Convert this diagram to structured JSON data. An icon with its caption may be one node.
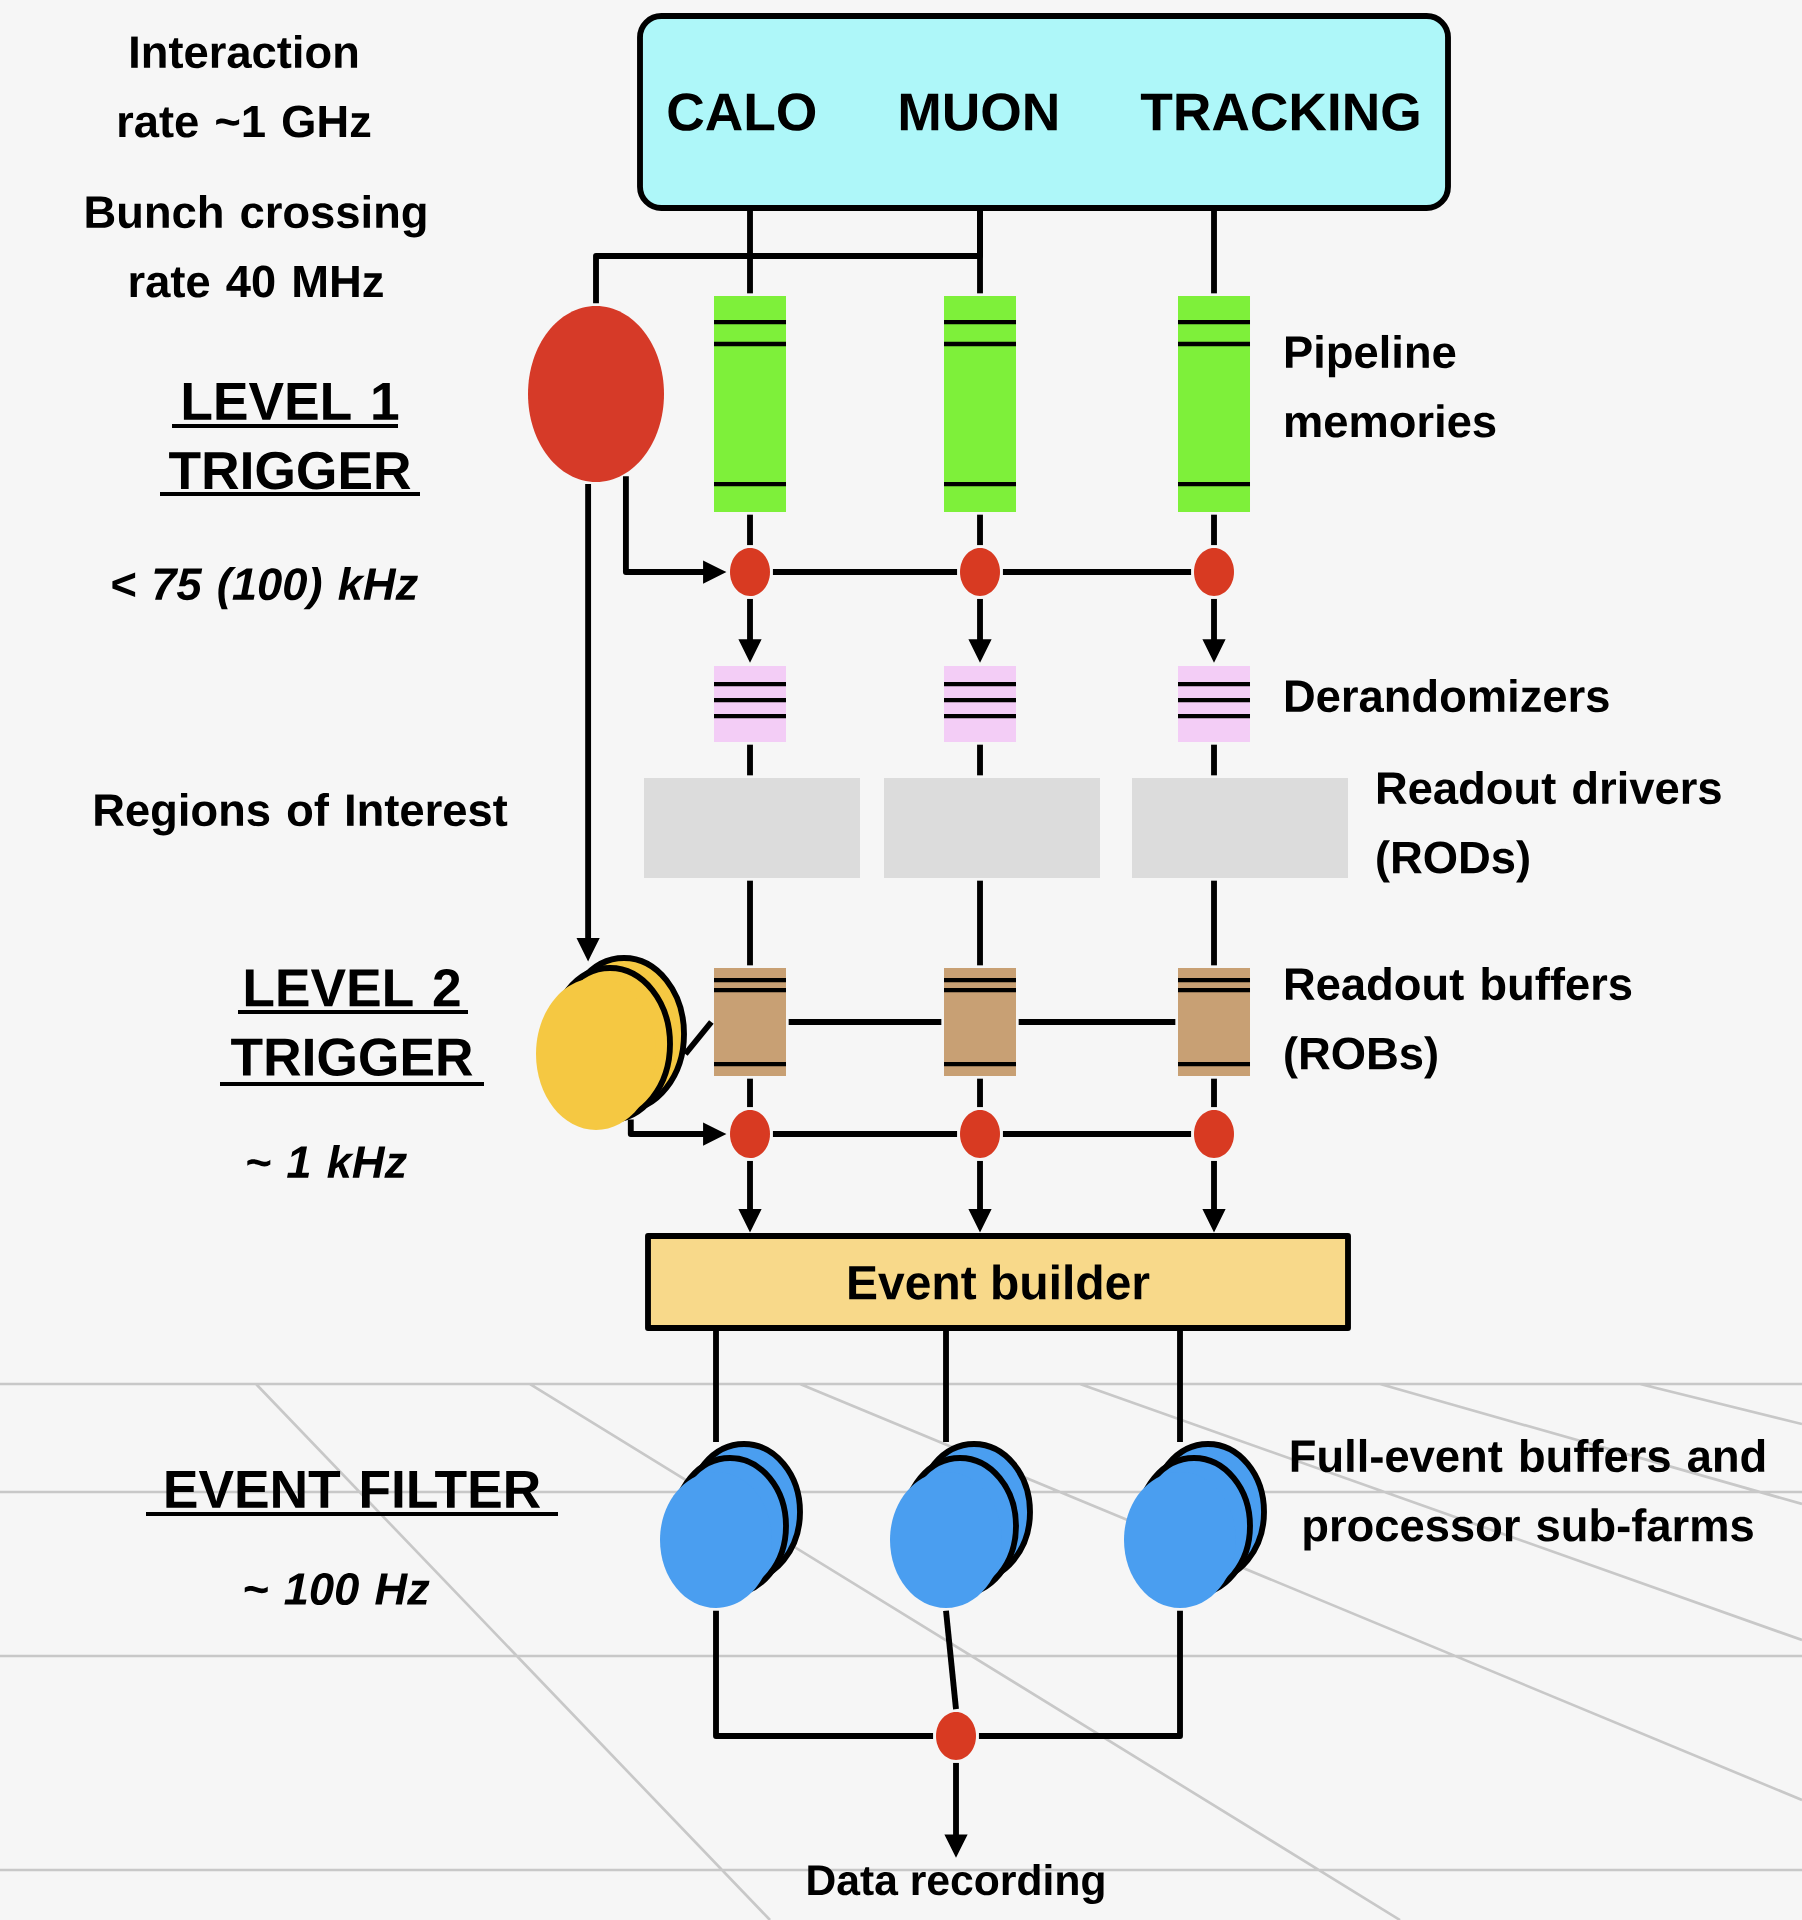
{
  "diagram": {
    "nodes": [
      {
        "text": [
          "CALO",
          "MUON",
          "TRACKING"
        ]
      },
      {
        "text": [],
        "shape": "circle"
      },
      {
        "text": [],
        "shape": "bar"
      },
      {
        "text": [],
        "shape": "bar"
      },
      {
        "text": [],
        "shape": "bar"
      },
      {
        "text": [],
        "shape": "circle"
      },
      {
        "text": [],
        "shape": "circle"
      },
      {
        "text": [],
        "shape": "circle"
      },
      {
        "text": [],
        "shape": "box"
      },
      {
        "text": [],
        "shape": "box"
      },
      {
        "text": [],
        "shape": "box"
      },
      {
        "text": [],
        "shape": "box"
      },
      {
        "text": [],
        "shape": "box"
      },
      {
        "text": [],
        "shape": "box"
      },
      {
        "text": [],
        "shape": "circle"
      },
      {
        "text": [],
        "shape": "box"
      },
      {
        "text": [],
        "shape": "box"
      },
      {
        "text": [],
        "shape": "box"
      },
      {
        "text": [],
        "shape": "circle"
      },
      {
        "text": [],
        "shape": "circle"
      },
      {
        "text": [],
        "shape": "circle"
      },
      {
        "text": [
          "Event builder"
        ]
      },
      {
        "text": [],
        "shape": "circle"
      },
      {
        "text": [],
        "shape": "circle"
      },
      {
        "text": [],
        "shape": "circle"
      },
      {
        "text": [],
        "shape": "circle"
      },
      {
        "text": [
          "Data recording"
        ]
      }
    ],
    "edges": [
      {
        "from": 0,
        "to": 2,
        "arrow": "none"
      },
      {
        "from": 0,
        "to": 3,
        "arrow": "none"
      },
      {
        "from": 0,
        "to": 4,
        "arrow": "none"
      },
      {
        "from": 0,
        "to": 1,
        "arrow": "none"
      },
      {
        "from": 2,
        "to": 5,
        "arrow": "none"
      },
      {
        "from": 3,
        "to": 6,
        "arrow": "none"
      },
      {
        "from": 4,
        "to": 7,
        "arrow": "none"
      },
      {
        "from": 1,
        "to": 5,
        "arrow": "to"
      },
      {
        "from": 5,
        "to": 6,
        "arrow": "none"
      },
      {
        "from": 6,
        "to": 7,
        "arrow": "none"
      },
      {
        "from": 5,
        "to": 8,
        "arrow": "to"
      },
      {
        "from": 6,
        "to": 9,
        "arrow": "to"
      },
      {
        "from": 7,
        "to": 10,
        "arrow": "to"
      },
      {
        "from": 8,
        "to": 11,
        "arrow": "none"
      },
      {
        "from": 9,
        "to": 12,
        "arrow": "none"
      },
      {
        "from": 10,
        "to": 13,
        "arrow": "none"
      },
      {
        "from": 11,
        "to": 15,
        "arrow": "none"
      },
      {
        "from": 12,
        "to": 16,
        "arrow": "none"
      },
      {
        "from": 13,
        "to": 17,
        "arrow": "none"
      },
      {
        "from": 1,
        "to": 14,
        "arrow": "to"
      },
      {
        "from": 14,
        "to": 15,
        "arrow": "none"
      },
      {
        "from": 15,
        "to": 16,
        "arrow": "none"
      },
      {
        "from": 16,
        "to": 17,
        "arrow": "none"
      },
      {
        "from": 15,
        "to": 18,
        "arrow": "none"
      },
      {
        "from": 16,
        "to": 19,
        "arrow": "none"
      },
      {
        "from": 17,
        "to": 20,
        "arrow": "none"
      },
      {
        "from": 14,
        "to": 18,
        "arrow": "to"
      },
      {
        "from": 18,
        "to": 19,
        "arrow": "none"
      },
      {
        "from": 19,
        "to": 20,
        "arrow": "none"
      },
      {
        "from": 18,
        "to": 21,
        "arrow": "to"
      },
      {
        "from": 19,
        "to": 21,
        "arrow": "to"
      },
      {
        "from": 20,
        "to": 21,
        "arrow": "to"
      },
      {
        "from": 21,
        "to": 22,
        "arrow": "none"
      },
      {
        "from": 21,
        "to": 23,
        "arrow": "none"
      },
      {
        "from": 21,
        "to": 24,
        "arrow": "none"
      },
      {
        "from": 22,
        "to": 25,
        "arrow": "none"
      },
      {
        "from": 23,
        "to": 25,
        "arrow": "none"
      },
      {
        "from": 24,
        "to": 25,
        "arrow": "none"
      },
      {
        "from": 25,
        "to": 26,
        "arrow": "to"
      }
    ],
    "labels": [
      "Interaction rate ~1 GHz",
      "Bunch crossing rate 40 MHz",
      "LEVEL 1 TRIGGER",
      "< 75 (100) kHz",
      "Pipeline memories",
      "Derandomizers",
      "Regions of Interest",
      "Readout drivers (RODs)",
      "LEVEL 2 TRIGGER",
      "Readout buffers (ROBs)",
      "~ 1 kHz",
      "EVENT FILTER",
      "~ 100 Hz",
      "Full-event buffers and processor sub-farms"
    ]
  }
}
